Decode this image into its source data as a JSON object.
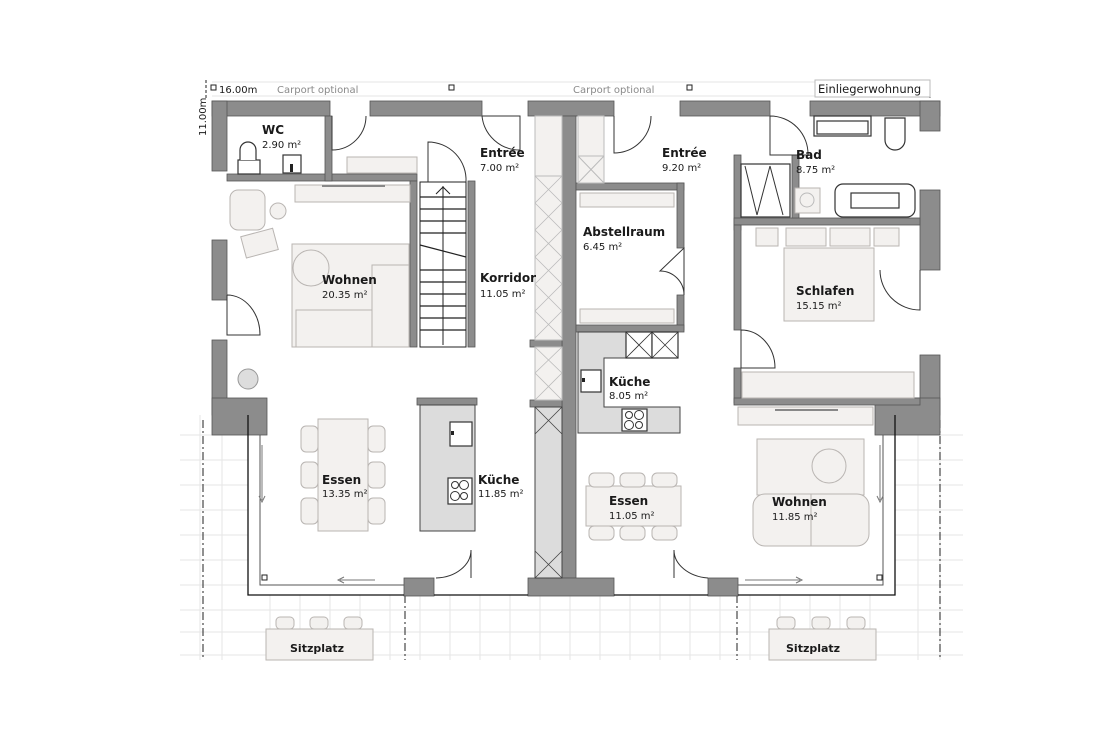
{
  "header": {
    "dimension_width": "16.00m",
    "dimension_height": "11.00m",
    "carport_left": "Carport optional",
    "carport_right": "Carport optional",
    "unit_badge": "Einliegerwohnung"
  },
  "rooms": {
    "wc": {
      "name": "WC",
      "area": "2.90 m²"
    },
    "entree_main": {
      "name": "Entrée",
      "area": "7.00 m²"
    },
    "wohnen_main": {
      "name": "Wohnen",
      "area": "20.35 m²"
    },
    "korridor": {
      "name": "Korridor",
      "area": "11.05 m²"
    },
    "essen_main": {
      "name": "Essen",
      "area": "13.35 m²"
    },
    "kueche_main": {
      "name": "Küche",
      "area": "11.85 m²"
    },
    "entree_unit": {
      "name": "Entrée",
      "area": "9.20 m²"
    },
    "abstellraum": {
      "name": "Abstellraum",
      "area": "6.45 m²"
    },
    "bad": {
      "name": "Bad",
      "area": "8.75 m²"
    },
    "schlafen": {
      "name": "Schlafen",
      "area": "15.15 m²"
    },
    "kueche_unit": {
      "name": "Küche",
      "area": "8.05 m²"
    },
    "essen_unit": {
      "name": "Essen",
      "area": "11.05 m²"
    },
    "wohnen_unit": {
      "name": "Wohnen",
      "area": "11.85 m²"
    }
  },
  "terrace": {
    "sitzplatz_left": "Sitzplatz",
    "sitzplatz_right": "Sitzplatz"
  },
  "colors": {
    "wall": "#8c8c8c",
    "counter": "#dcdcdc",
    "furniture": "#f3f1ef",
    "text": "#1a1a1a",
    "label_muted": "#8a8a8a"
  }
}
